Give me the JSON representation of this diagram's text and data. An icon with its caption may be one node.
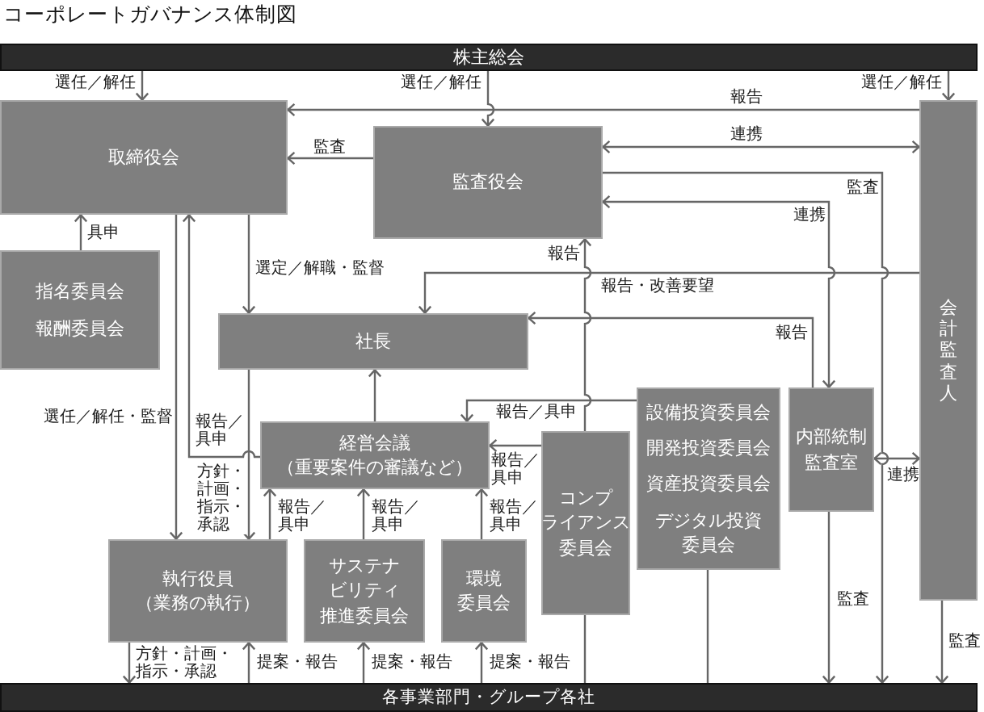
{
  "diagram": {
    "title": "コーポレートガバナンス体制図",
    "nodes": [
      {
        "text": [
          "株主総会"
        ]
      },
      {
        "text": [
          "取締役会"
        ]
      },
      {
        "text": [
          "監査役会"
        ]
      },
      {
        "text": [
          "会計監査人"
        ]
      },
      {
        "text": [
          "指名委員会",
          "報酬委員会"
        ]
      },
      {
        "text": [
          "社長"
        ]
      },
      {
        "text": [
          "経営会議（重要案件の審議など）"
        ]
      },
      {
        "text": [
          "コンプライアンス委員会"
        ]
      },
      {
        "text": [
          "設備投資委員会",
          "開発投資委員会",
          "資産投資委員会",
          "デジタル投資委員会"
        ]
      },
      {
        "text": [
          "内部統制監査室"
        ]
      },
      {
        "text": [
          "執行役員（業務の執行）"
        ]
      },
      {
        "text": [
          "サステナビリティ推進委員会"
        ]
      },
      {
        "text": [
          "環境委員会"
        ]
      },
      {
        "text": [
          "各事業部門・グループ各社"
        ]
      }
    ],
    "edges": [
      {
        "from": 0,
        "to": 1,
        "arrow": "to",
        "label": "選任／解任"
      },
      {
        "from": 0,
        "to": 2,
        "arrow": "to",
        "label": "選任／解任"
      },
      {
        "from": 0,
        "to": 3,
        "arrow": "to",
        "label": "選任／解任"
      },
      {
        "from": 3,
        "to": 1,
        "arrow": "to",
        "label": "報告"
      },
      {
        "from": 2,
        "to": 3,
        "arrow": "both",
        "label": "連携"
      },
      {
        "from": 2,
        "to": 1,
        "arrow": "to",
        "label": "監査"
      },
      {
        "from": 2,
        "to": 13,
        "arrow": "to",
        "label": "監査"
      },
      {
        "from": 2,
        "to": 9,
        "arrow": "both",
        "label": "連携"
      },
      {
        "from": 4,
        "to": 1,
        "arrow": "to",
        "label": "具申"
      },
      {
        "from": 1,
        "to": 5,
        "arrow": "to",
        "label": "選定／解職・監督"
      },
      {
        "from": 1,
        "to": 10,
        "arrow": "to",
        "label": "選任／解任・監督"
      },
      {
        "from": 6,
        "to": 1,
        "arrow": "to",
        "label": "報告／具申"
      },
      {
        "from": 3,
        "to": 5,
        "arrow": "to",
        "label": "報告・改善要望"
      },
      {
        "from": 7,
        "to": 2,
        "arrow": "to",
        "label": "報告"
      },
      {
        "from": 9,
        "to": 5,
        "arrow": "to",
        "label": "報告"
      },
      {
        "from": 9,
        "to": 3,
        "arrow": "both",
        "label": "連携"
      },
      {
        "from": 9,
        "to": 13,
        "arrow": "to",
        "label": "監査"
      },
      {
        "from": 3,
        "to": 13,
        "arrow": "to",
        "label": "監査"
      },
      {
        "from": 5,
        "to": 10,
        "arrow": "to",
        "label": "方針・計画・指示・承認"
      },
      {
        "from": 6,
        "to": 5,
        "arrow": "to"
      },
      {
        "from": 8,
        "to": 6,
        "arrow": "to",
        "label": "報告／具申"
      },
      {
        "from": 7,
        "to": 6,
        "arrow": "to",
        "label": "報告／具申"
      },
      {
        "from": 10,
        "to": 6,
        "arrow": "to",
        "label": "報告／具申"
      },
      {
        "from": 11,
        "to": 6,
        "arrow": "to",
        "label": "報告／具申"
      },
      {
        "from": 12,
        "to": 6,
        "arrow": "to",
        "label": "報告／具申"
      },
      {
        "from": 10,
        "to": 13,
        "arrow": "to",
        "label": "方針・計画・指示・承認"
      },
      {
        "from": 13,
        "to": 10,
        "arrow": "to",
        "label": "提案・報告"
      },
      {
        "from": 13,
        "to": 11,
        "arrow": "to",
        "label": "提案・報告"
      },
      {
        "from": 13,
        "to": 12,
        "arrow": "to",
        "label": "提案・報告"
      },
      {
        "from": 7,
        "to": 13,
        "arrow": "none"
      },
      {
        "from": 8,
        "to": 13,
        "arrow": "none"
      }
    ]
  }
}
